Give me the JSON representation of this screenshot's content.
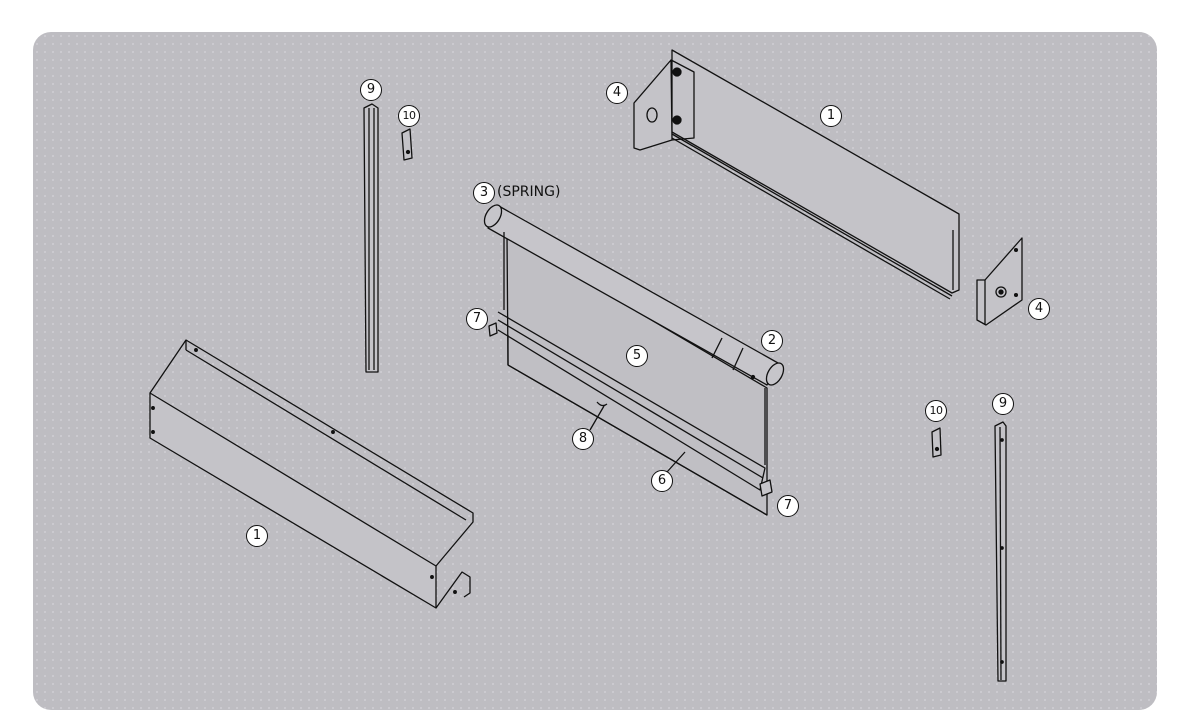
{
  "callouts": {
    "rail_left": "9",
    "clip_left": "10",
    "bracket_left": "4",
    "fascia_top": "1",
    "spring_roller": "3",
    "spring_note": "(SPRING)",
    "end_cap_left": "7",
    "idler": "2",
    "fabric": "5",
    "bracket_right": "4",
    "pull": "8",
    "clip_right": "10",
    "rail_right": "9",
    "bottom_bar": "6",
    "end_cap_right": "7",
    "fascia_bottom": "1"
  },
  "colors": {
    "background": "#bebdc2",
    "line": "#111111"
  }
}
